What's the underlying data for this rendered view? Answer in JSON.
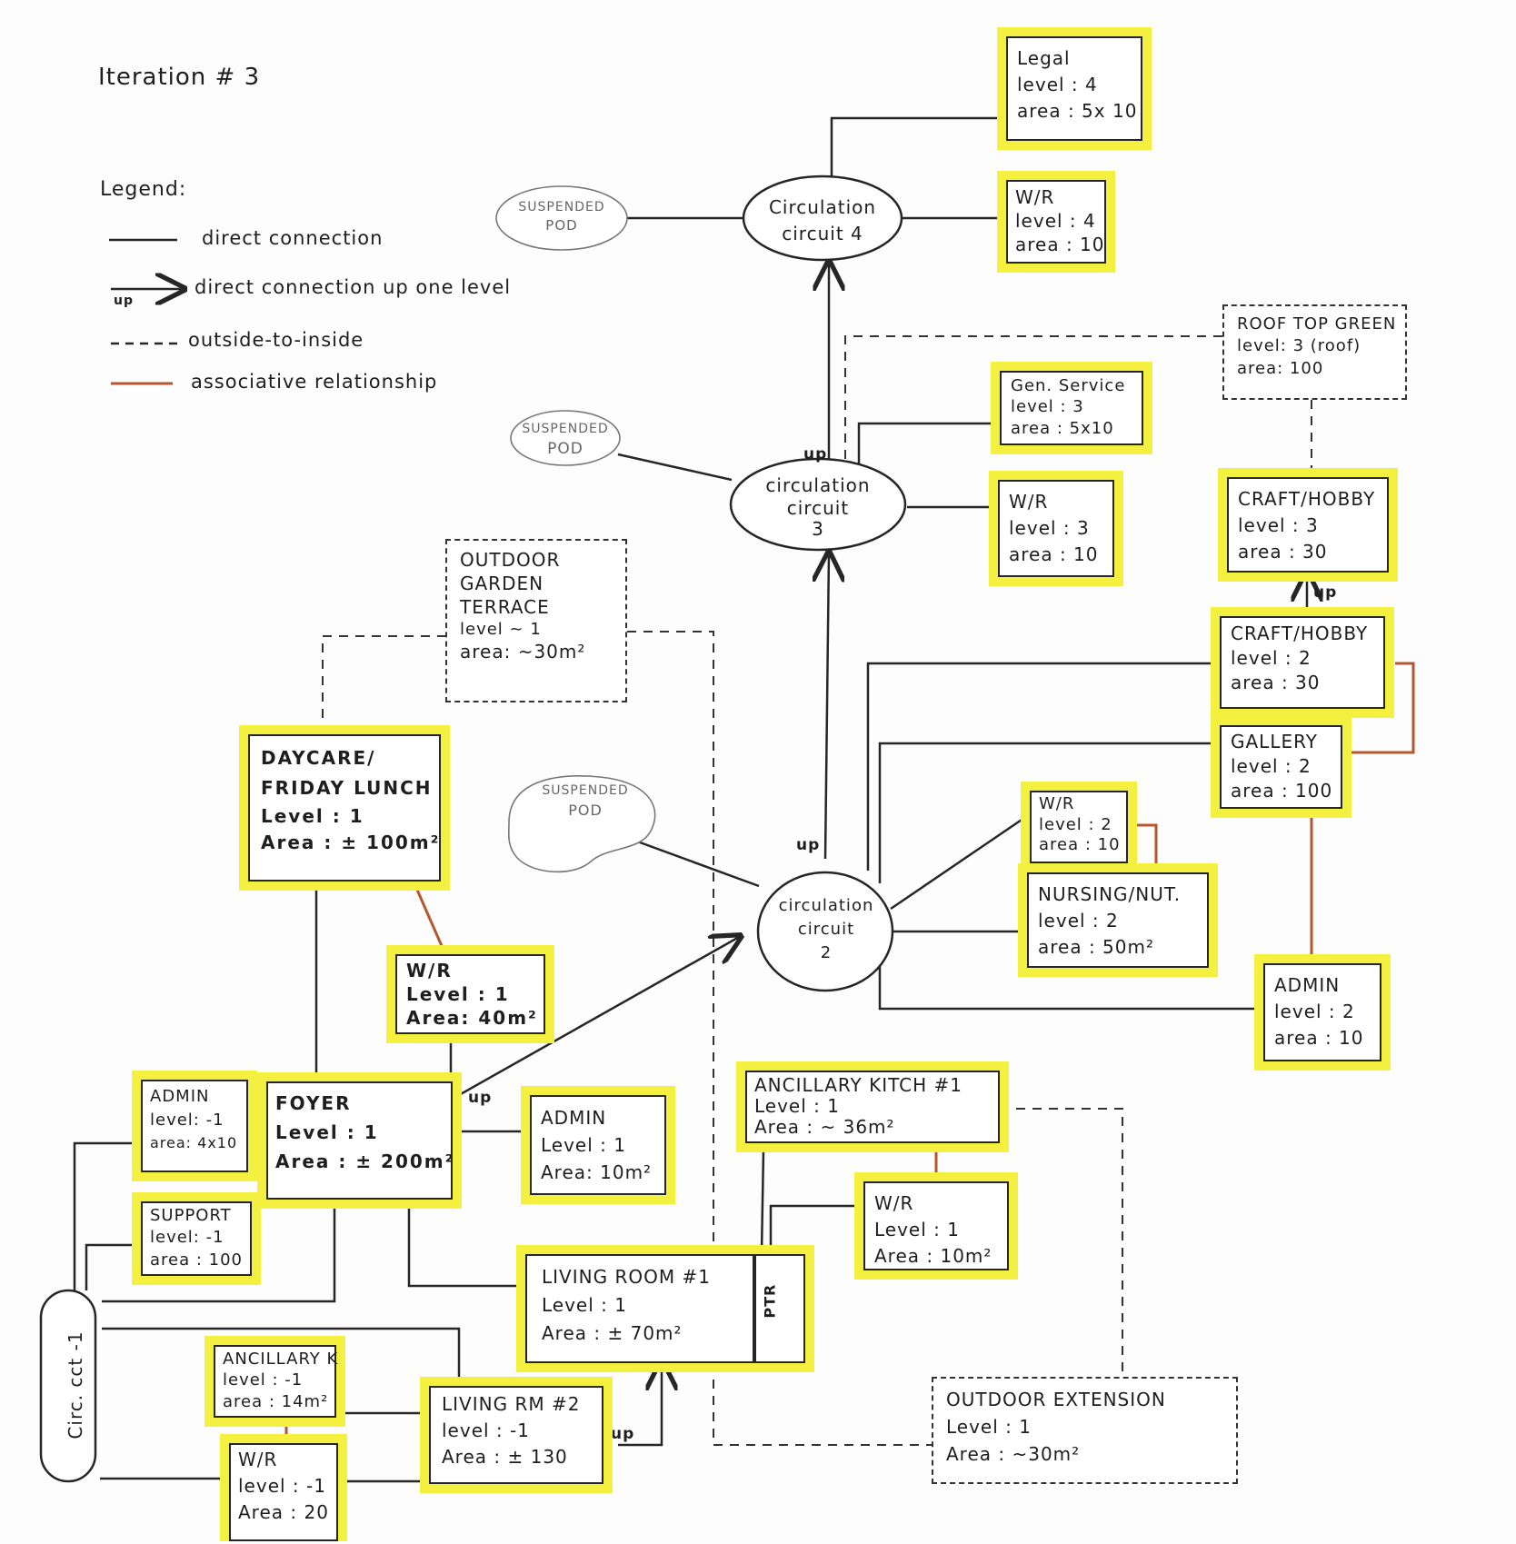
{
  "title": "Iteration # 3",
  "legend": {
    "heading": "Legend:",
    "items": [
      {
        "label": "direct connection"
      },
      {
        "label": "direct connection up one level",
        "tag": "up"
      },
      {
        "label": "outside-to-inside"
      },
      {
        "label": "associative relationship"
      }
    ]
  },
  "colors": {
    "highlight": "#f4f040",
    "ink": "#262626",
    "associative": "#b5572e"
  },
  "nodes": {
    "circ4": [
      "Circulation",
      "circuit 4"
    ],
    "circ3": [
      "circulation",
      "circuit",
      "3"
    ],
    "circ2": [
      "circulation",
      "circuit",
      "2"
    ],
    "circm1": [
      "Circ. cct -1"
    ]
  },
  "pods": {
    "pod1": [
      "SUSPENDED",
      "POD"
    ],
    "pod2": [
      "SUSPENDED",
      "POD"
    ],
    "pod3": [
      "SUSPENDED",
      "POD"
    ]
  },
  "rooms": {
    "legal": [
      "Legal",
      "level : 4",
      "area : 5x 10"
    ],
    "wr4": [
      "W/R",
      "level : 4",
      "area : 10"
    ],
    "rooftop": [
      "ROOF TOP GREEN",
      "level: 3 (roof)",
      "area: 100"
    ],
    "gensvc": [
      "Gen. Service",
      "level : 3",
      "area : 5x10"
    ],
    "wr3": [
      "W/R",
      "level : 3",
      "area : 10"
    ],
    "craft3": [
      "CRAFT/HOBBY",
      "level : 3",
      "area : 30"
    ],
    "craft2": [
      "CRAFT/HOBBY",
      "level : 2",
      "area : 30"
    ],
    "gallery": [
      "GALLERY",
      "level : 2",
      "area : 100"
    ],
    "wr2": [
      "W/R",
      "level : 2",
      "area : 10"
    ],
    "nursing": [
      "NURSING/NUT.",
      "level : 2",
      "area : 50m²"
    ],
    "admin2": [
      "ADMIN",
      "level : 2",
      "area : 10"
    ],
    "garden": [
      "OUTDOOR",
      "GARDEN",
      "TERRACE",
      "level ~ 1",
      "area: ~30m²"
    ],
    "daycare": [
      "DAYCARE/",
      "FRIDAY LUNCH",
      "Level : 1",
      "Area : ± 100m²"
    ],
    "wr1a": [
      "W/R",
      "Level : 1",
      "Area: 40m²"
    ],
    "adminm1": [
      "ADMIN",
      "level: -1",
      "area: 4x10"
    ],
    "foyer": [
      "FOYER",
      "Level : 1",
      "Area : ± 200m²"
    ],
    "admin1": [
      "ADMIN",
      "Level : 1",
      "Area: 10m²"
    ],
    "supportm1": [
      "SUPPORT",
      "level: -1",
      "area : 100"
    ],
    "ancillary1": [
      "ANCILLARY KITCH #1",
      "Level : 1",
      "Area : ~ 36m²"
    ],
    "wr1b": [
      "W/R",
      "Level : 1",
      "Area : 10m²"
    ],
    "living1": [
      "LIVING ROOM #1",
      "Level : 1",
      "Area : ± 70m²"
    ],
    "ptr": "PTR",
    "ancillarym1": [
      "ANCILLARY K",
      "level : -1",
      "area : 14m²"
    ],
    "livingm2": [
      "LIVING RM #2",
      "level : -1",
      "Area : ± 130"
    ],
    "wrm1": [
      "W/R",
      "level : -1",
      "Area : 20"
    ],
    "outdoorext": [
      "OUTDOOR EXTENSION",
      "Level : 1",
      "Area : ~30m²"
    ]
  },
  "up_label": "up"
}
